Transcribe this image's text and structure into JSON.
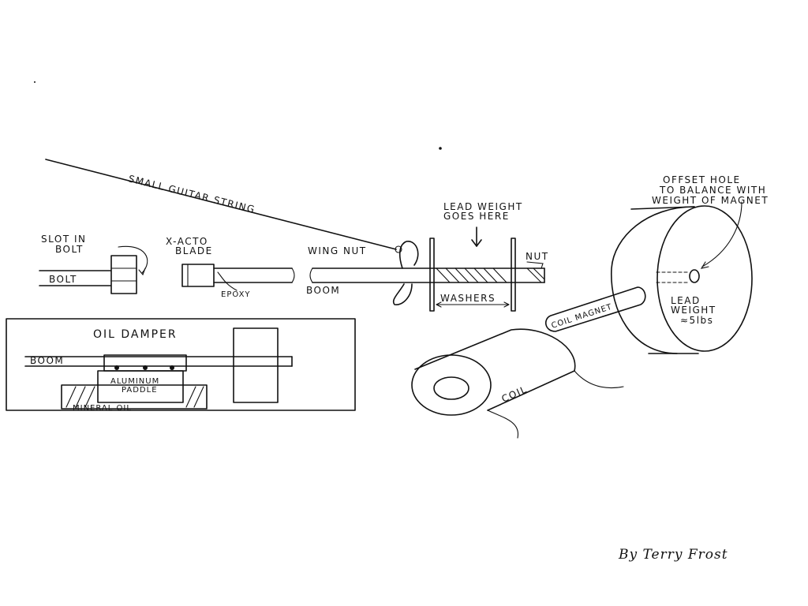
{
  "labels": {
    "slot_in_bolt_1": "SLOT IN",
    "slot_in_bolt_2": "BOLT",
    "bolt": "BOLT",
    "xacto_1": "X-ACTO",
    "xacto_2": "BLADE",
    "epoxy": "EPOXY",
    "string": "SMALL GUITAR STRING",
    "wing_nut": "WING NUT",
    "boom": "BOOM",
    "lead_weight_goes_1": "LEAD WEIGHT",
    "lead_weight_goes_2": "GOES HERE",
    "nut": "NUT",
    "washers": "WASHERS",
    "offset_1": "OFFSET HOLE",
    "offset_2": "TO BALANCE WITH",
    "offset_3": "WEIGHT OF MAGNET",
    "lead_weight_1": "LEAD",
    "lead_weight_2": "WEIGHT",
    "lead_weight_3": "≈5lbs",
    "coil_magnet": "COIL MAGNET",
    "coil": "COIL",
    "oil_damper": "OIL DAMPER",
    "damper_boom": "BOOM",
    "aluminum_1": "ALUMINUM",
    "aluminum_2": "PADDLE",
    "mineral_oil": "MINERAL OIL",
    "signature": "By Terry Frost"
  }
}
